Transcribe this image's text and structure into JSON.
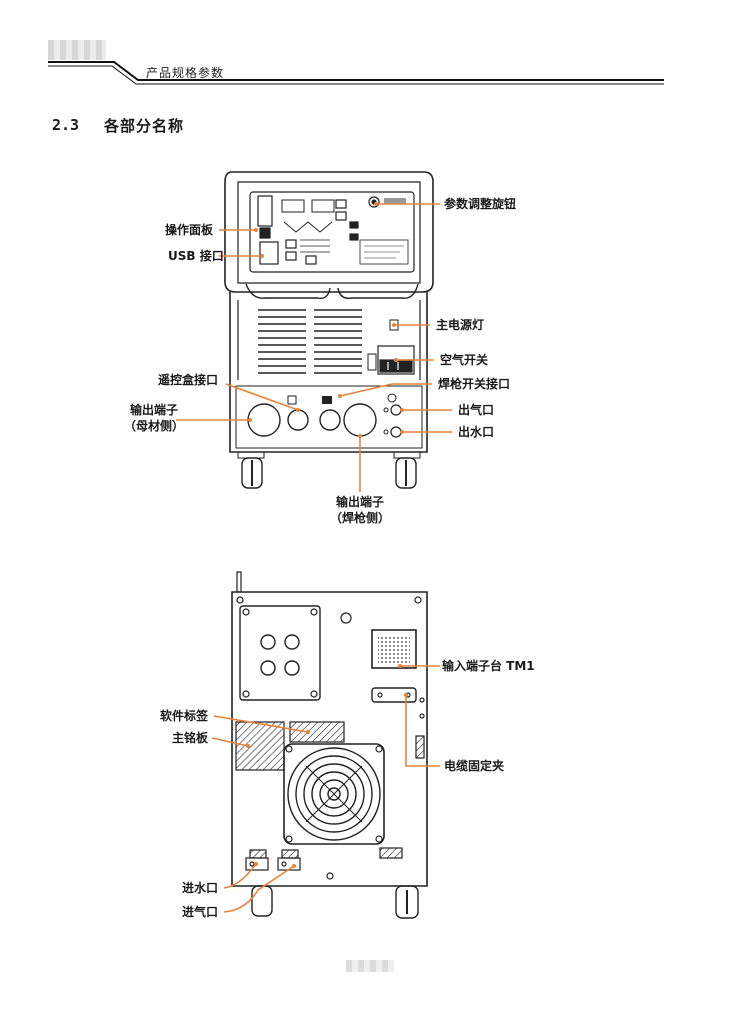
{
  "header": {
    "title": "产品规格参数"
  },
  "section": {
    "number": "2.3",
    "title": "各部分名称"
  },
  "front_view": {
    "labels": {
      "panel": "操作面板",
      "usb": "USB 接口",
      "knob": "参数调整旋钮",
      "power_lamp": "主电源灯",
      "air_switch": "空气开关",
      "remote_box": "遥控盒接口",
      "torch_switch": "焊枪开关接口",
      "output_base_1": "输出端子",
      "output_base_2": "（母材侧）",
      "gas_out": "出气口",
      "water_out": "出水口",
      "output_torch_1": "输出端子",
      "output_torch_2": "（焊枪侧）"
    }
  },
  "rear_view": {
    "labels": {
      "input_terminal": "输入端子台 TM1",
      "software_label": "软件标签",
      "nameplate": "主铭板",
      "cable_clamp": "电缆固定夹",
      "water_in": "进水口",
      "gas_in": "进气口"
    }
  },
  "colors": {
    "leader": "#e8833a",
    "line": "#222222"
  }
}
